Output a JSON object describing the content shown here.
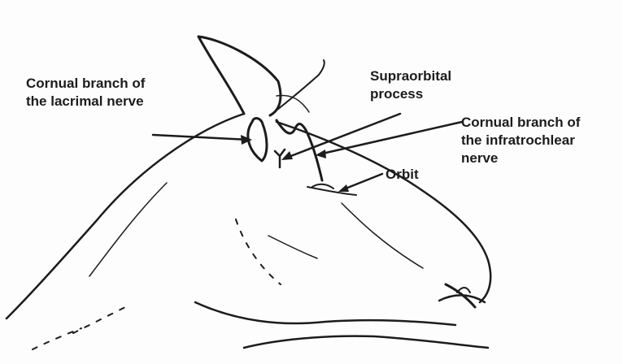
{
  "labels": {
    "lacrimal": {
      "line1": "Cornual branch of",
      "line2": "the lacrimal nerve"
    },
    "supraorbital": {
      "line1": "Supraorbital",
      "line2": "process"
    },
    "infratrochlear": {
      "line1": "Cornual branch of",
      "line2": "the infratrochlear",
      "line3": "nerve"
    },
    "orbit": {
      "line1": "Orbit"
    }
  },
  "colors": {
    "ink": "#1c1c1c",
    "paper": "#fdfdfd"
  }
}
